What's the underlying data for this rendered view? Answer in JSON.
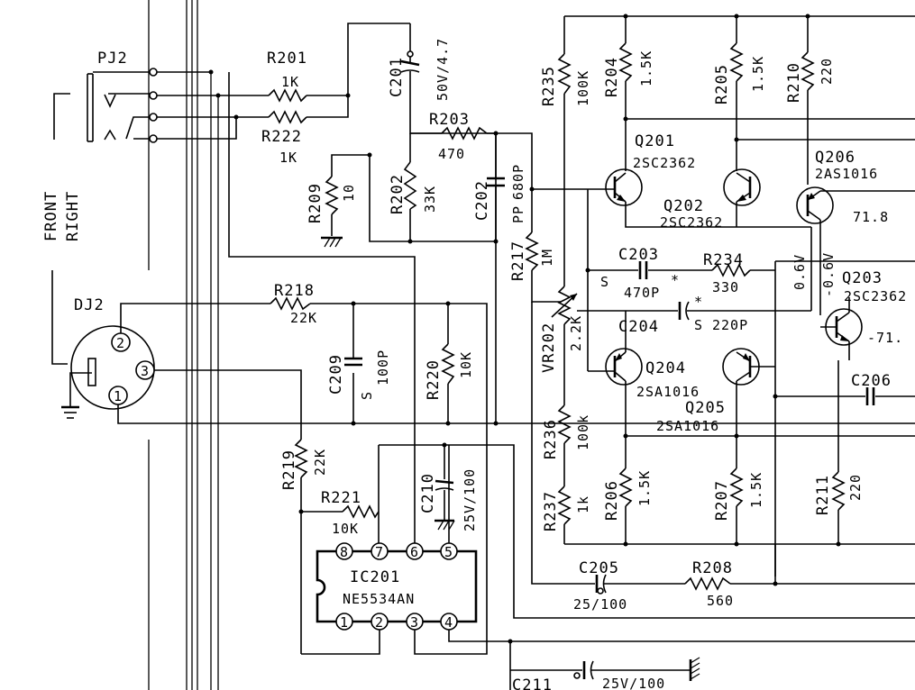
{
  "connectors": {
    "pj2": {
      "label": "PJ2"
    },
    "dj2": {
      "label": "DJ2",
      "pins": [
        "1",
        "2",
        "3"
      ]
    },
    "front_label": "FRONT",
    "right_label": "RIGHT"
  },
  "resistors": {
    "r201": {
      "ref": "R201",
      "value": "1K"
    },
    "r222": {
      "ref": "R222",
      "value": "1K"
    },
    "r209": {
      "ref": "R209",
      "value": "10"
    },
    "r202": {
      "ref": "R202",
      "value": "33K"
    },
    "r203": {
      "ref": "R203",
      "value": "470"
    },
    "r217": {
      "ref": "R217",
      "value": "1M"
    },
    "r235": {
      "ref": "R235",
      "value": "100K"
    },
    "r204": {
      "ref": "R204",
      "value": "1.5K"
    },
    "r205": {
      "ref": "R205",
      "value": "1.5K"
    },
    "r210": {
      "ref": "R210",
      "value": "220"
    },
    "r218": {
      "ref": "R218",
      "value": "22K"
    },
    "r220": {
      "ref": "R220",
      "value": "10K"
    },
    "r219": {
      "ref": "R219",
      "value": "22K"
    },
    "r221": {
      "ref": "R221",
      "value": "10K"
    },
    "r234": {
      "ref": "R234",
      "value": "330"
    },
    "r236": {
      "ref": "R236",
      "value": "100k"
    },
    "r237": {
      "ref": "R237",
      "value": "1k"
    },
    "r206": {
      "ref": "R206",
      "value": "1.5K"
    },
    "r207": {
      "ref": "R207",
      "value": "1.5K"
    },
    "r211": {
      "ref": "R211",
      "value": "220"
    },
    "r208": {
      "ref": "R208",
      "value": "560"
    }
  },
  "capacitors": {
    "c201": {
      "ref": "C201",
      "value": "50V/4.7"
    },
    "c202": {
      "ref": "C202",
      "value": "680P",
      "type": "PP"
    },
    "c209": {
      "ref": "C209",
      "value": "100P",
      "type": "S"
    },
    "c210": {
      "ref": "C210",
      "value": "25V/100"
    },
    "c203": {
      "ref": "C203",
      "value": "470P",
      "type": "S",
      "mark": "*"
    },
    "c204": {
      "ref": "C204",
      "value": "220P",
      "type": "S",
      "mark": "*"
    },
    "c205": {
      "ref": "C205",
      "value": "25/100"
    },
    "c206": {
      "ref": "C206"
    },
    "c211": {
      "ref": "C211",
      "value": "25V/100"
    }
  },
  "trimmer": {
    "ref": "VR202",
    "value": "2.2K"
  },
  "transistors": {
    "q201": {
      "ref": "Q201",
      "part": "2SC2362"
    },
    "q202": {
      "ref": "Q202",
      "part": "2SC2362"
    },
    "q206": {
      "ref": "Q206",
      "part": "2AS1016"
    },
    "q203": {
      "ref": "Q203",
      "part": "2SC2362"
    },
    "q204": {
      "ref": "Q204",
      "part": "2SA1016"
    },
    "q205": {
      "ref": "Q205",
      "part": "2SA1016"
    }
  },
  "ic": {
    "ref": "IC201",
    "part": "NE5534AN",
    "pins_top": [
      "8",
      "7",
      "6",
      "5"
    ],
    "pins_bottom": [
      "1",
      "2",
      "3",
      "4"
    ]
  },
  "voltages": {
    "v1": "71.8",
    "v2": "0.6V",
    "v3": "-0.6V",
    "v4": "-71."
  }
}
